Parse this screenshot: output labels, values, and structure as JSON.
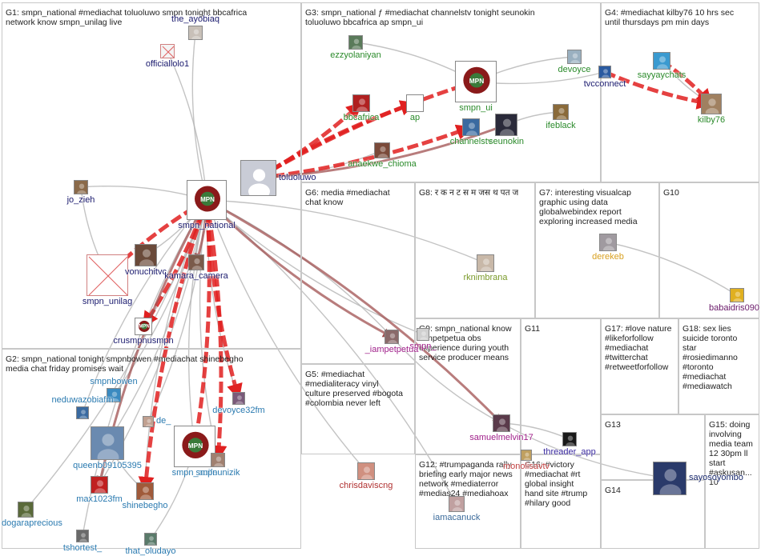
{
  "groups": [
    {
      "id": "G1",
      "text": "G1: smpn_national #mediachat toluoluwo smpn tonight bbcafrica\nnetwork know smpn_unilag live"
    },
    {
      "id": "G2",
      "text": "G2: smpn_national tonight smpnbowen #mediachat shinebegho\nmedia chat friday promises wait"
    },
    {
      "id": "G3",
      "text": "G3: smpn_national ƒ #mediachat channelstv tonight seunokin\ntoluoluwo bbcafrica ap smpn_ui"
    },
    {
      "id": "G4",
      "text": "G4: #mediachat kilby76 10 hrs sec\nuntil thursdays pm min days"
    },
    {
      "id": "G5",
      "text": "G5: #mediachat\n#medialiteracy vinyl\nculture preserved #bogota\n#colombia never left"
    },
    {
      "id": "G6",
      "text": "G6: media #mediachat\nchat know"
    },
    {
      "id": "G7",
      "text": "G7: interesting visualcap\ngraphic using data\nglobalwebindex report\nexploring increased media"
    },
    {
      "id": "G8",
      "text": "G8: र क न ट स म जस थ पत ज"
    },
    {
      "id": "G9",
      "text": "G9: smpn_national know\niampetpetua obs\nexperience during youth\nservice producer means"
    },
    {
      "id": "G10",
      "text": "G10"
    },
    {
      "id": "G11",
      "text": "G11"
    },
    {
      "id": "G12",
      "text": "G12: #trumpaganda rally\nbriefing early major news\nnetwork #mediaterror\n#medias24 #mediahoax"
    },
    {
      "id": "G13",
      "text": "G13"
    },
    {
      "id": "G14",
      "text": "G14"
    },
    {
      "id": "G15",
      "text": "G15: doing\ninvolving\nmedia team\n12 30pm ll\nstart\n#askusan...\n10"
    },
    {
      "id": "G16",
      "text": "G16: #victory\n#mediachat #rt\nglobal insight\nhand site #trump\n#hilary good"
    },
    {
      "id": "G17",
      "text": "G17: #love nature\n#likeforfollow\n#mediachat\n#twitterchat\n#retweetforfollow"
    },
    {
      "id": "G18",
      "text": "G18: sex lies\nsuicide toronto\nstar\n#rosiedimanno\n#toronto\n#mediachat\n#mediawatch"
    }
  ],
  "nodes": [
    {
      "id": "the_ayobiaq",
      "label": "the_ayobiaq",
      "color": "#1a1a6e"
    },
    {
      "id": "officiallolo1",
      "label": "officiallolo1",
      "color": "#1a1a6e"
    },
    {
      "id": "toluoluwo",
      "label": "toluoluwo",
      "color": "#1a1a6e"
    },
    {
      "id": "smpn_national",
      "label": "smpn_national",
      "color": "#1a1a6e"
    },
    {
      "id": "jo_zieh",
      "label": "jo_zieh",
      "color": "#1a1a6e"
    },
    {
      "id": "smpn_unilag",
      "label": "smpn_unilag",
      "color": "#1a1a6e"
    },
    {
      "id": "vonuchitvc",
      "label": "vonuchitvc",
      "color": "#1a1a6e"
    },
    {
      "id": "kamara_camera",
      "label": "kamara_camera",
      "color": "#1a1a6e"
    },
    {
      "id": "crusmpnusmpn",
      "label": "crusmpnusmpn",
      "color": "#1a1a6e"
    },
    {
      "id": "ezzyolaniyan",
      "label": "ezzyolaniyan",
      "color": "#2a8a2a"
    },
    {
      "id": "smpn_ui",
      "label": "smpn_ui",
      "color": "#2a8a2a"
    },
    {
      "id": "devoyce",
      "label": "devoyce",
      "color": "#2a8a2a"
    },
    {
      "id": "tvcconnect",
      "label": "tvcconnect",
      "color": "#1a1a6e"
    },
    {
      "id": "bbcafrica",
      "label": "bbcafrica",
      "color": "#2a8a2a"
    },
    {
      "id": "ap",
      "label": "ap",
      "color": "#2a8a2a"
    },
    {
      "id": "channelstv",
      "label": "channelstv",
      "color": "#2a8a2a"
    },
    {
      "id": "seunokin",
      "label": "seunokin",
      "color": "#2a8a2a"
    },
    {
      "id": "ifeblack",
      "label": "ifeblack",
      "color": "#2a8a2a"
    },
    {
      "id": "anaekwe_chioma",
      "label": "anaekwe_chioma",
      "color": "#2a8a2a"
    },
    {
      "id": "sayyaychats",
      "label": "sayyaychats",
      "color": "#2a8a2a"
    },
    {
      "id": "kilby76",
      "label": "kilby76",
      "color": "#2a8a2a"
    },
    {
      "id": "rknimbrana",
      "label": "rknimbrana",
      "color": "#7a9a2a"
    },
    {
      "id": "derekeb",
      "label": "derekeb",
      "color": "#d8a020"
    },
    {
      "id": "babaidris090",
      "label": "babaidris090",
      "color": "#6a1a6a"
    },
    {
      "id": "smpn_",
      "label": "smpn_",
      "color": "#a0208a"
    },
    {
      "id": "iampetpetua",
      "label": "_iampetpetua",
      "color": "#a0208a"
    },
    {
      "id": "samuelmelvin17",
      "label": "samuelmelvin17",
      "color": "#a0208a"
    },
    {
      "id": "threader_app",
      "label": "threader_app",
      "color": "#3a2aa0"
    },
    {
      "id": "monolisavtv",
      "label": "monolisavtv",
      "color": "#c04040"
    },
    {
      "id": "chrisdaviscng",
      "label": "chrisdaviscng",
      "color": "#b03030"
    },
    {
      "id": "iamacanuck",
      "label": "iamacanuck",
      "color": "#3a6a9a"
    },
    {
      "id": "sayosoyombo",
      "label": "sayosoyombo",
      "color": "#1a2a6e"
    },
    {
      "id": "smpnbowen",
      "label": "smpnbowen",
      "color": "#2a7ab0"
    },
    {
      "id": "neduwazobiafm",
      "label": "neduwazobiafm",
      "color": "#2a7ab0"
    },
    {
      "id": "de_",
      "label": "de_",
      "color": "#2a7ab0"
    },
    {
      "id": "devoyce32fm",
      "label": "devoyce32fm",
      "color": "#2a7ab0"
    },
    {
      "id": "queenb09105395",
      "label": "queenb09105395",
      "color": "#2a7ab0"
    },
    {
      "id": "smpn_auife",
      "label": "smpn_auife",
      "color": "#2a7ab0"
    },
    {
      "id": "smpnunizik",
      "label": "smpnunizik",
      "color": "#2a7ab0"
    },
    {
      "id": "max1023fm",
      "label": "max1023fm",
      "color": "#2a7ab0"
    },
    {
      "id": "shinebegho",
      "label": "shinebegho",
      "color": "#2a7ab0"
    },
    {
      "id": "dogaraprecious",
      "label": "dogaraprecious",
      "color": "#2a7ab0"
    },
    {
      "id": "tshortest_",
      "label": "tshortest_",
      "color": "#2a7ab0"
    },
    {
      "id": "that_oludayo",
      "label": "that_oludayo",
      "color": "#2a7ab0"
    }
  ]
}
